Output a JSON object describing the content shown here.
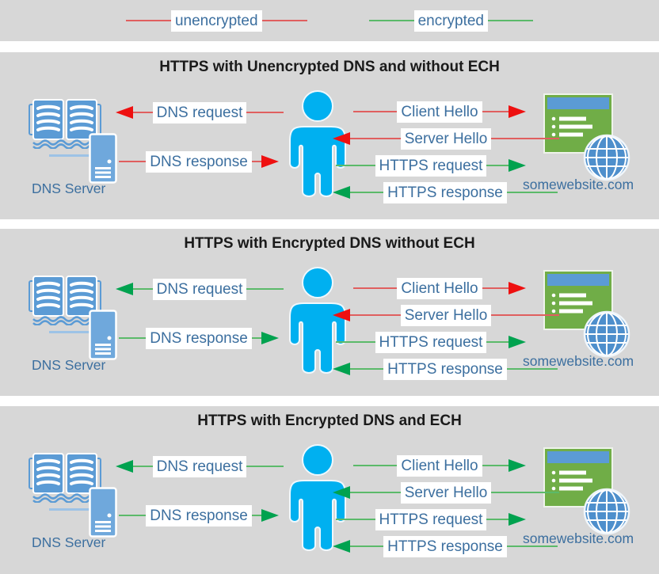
{
  "colors": {
    "panel-bg": "#d7d7d7",
    "red-line": "#e05f5f",
    "red-head": "#ee1010",
    "green-line": "#5bba6a",
    "green-head": "#00a24f",
    "text-blue": "#3c6f9f",
    "title-color": "#1a1a1a",
    "person-blue": "#00b0f0",
    "book-blue": "#5b9bd5",
    "server-blue": "#6fa8dc",
    "connector-blue": "#9dc3e6",
    "web-green": "#70ad47",
    "bar-blue": "#5b9bd5",
    "globe-blue": "#4e8fcc"
  },
  "legend": {
    "items": [
      {
        "label": "unencrypted",
        "color": "red"
      },
      {
        "label": "encrypted",
        "color": "green"
      }
    ]
  },
  "panels": [
    {
      "title": "HTTPS with Unencrypted DNS and without ECH",
      "dns_server_label": "DNS Server",
      "website_label": "somewebsite.com",
      "arrows": {
        "dns_request": {
          "label": "DNS request",
          "color": "red",
          "direction": "left"
        },
        "dns_response": {
          "label": "DNS response",
          "color": "red",
          "direction": "right"
        },
        "client_hello": {
          "label": "Client Hello",
          "color": "red",
          "direction": "right"
        },
        "server_hello": {
          "label": "Server Hello",
          "color": "red",
          "direction": "left"
        },
        "https_request": {
          "label": "HTTPS request",
          "color": "green",
          "direction": "right"
        },
        "https_response": {
          "label": "HTTPS response",
          "color": "green",
          "direction": "left"
        }
      }
    },
    {
      "title": "HTTPS with Encrypted DNS without ECH",
      "dns_server_label": "DNS Server",
      "website_label": "somewebsite.com",
      "arrows": {
        "dns_request": {
          "label": "DNS request",
          "color": "green",
          "direction": "left"
        },
        "dns_response": {
          "label": "DNS response",
          "color": "green",
          "direction": "right"
        },
        "client_hello": {
          "label": "Client Hello",
          "color": "red",
          "direction": "right"
        },
        "server_hello": {
          "label": "Server Hello",
          "color": "red",
          "direction": "left"
        },
        "https_request": {
          "label": "HTTPS request",
          "color": "green",
          "direction": "right"
        },
        "https_response": {
          "label": "HTTPS response",
          "color": "green",
          "direction": "left"
        }
      }
    },
    {
      "title": "HTTPS with Encrypted DNS and ECH",
      "dns_server_label": "DNS Server",
      "website_label": "somewebsite.com",
      "arrows": {
        "dns_request": {
          "label": "DNS request",
          "color": "green",
          "direction": "left"
        },
        "dns_response": {
          "label": "DNS response",
          "color": "green",
          "direction": "right"
        },
        "client_hello": {
          "label": "Client Hello",
          "color": "green",
          "direction": "right"
        },
        "server_hello": {
          "label": "Server Hello",
          "color": "green",
          "direction": "left"
        },
        "https_request": {
          "label": "HTTPS request",
          "color": "green",
          "direction": "right"
        },
        "https_response": {
          "label": "HTTPS response",
          "color": "green",
          "direction": "left"
        }
      }
    }
  ]
}
